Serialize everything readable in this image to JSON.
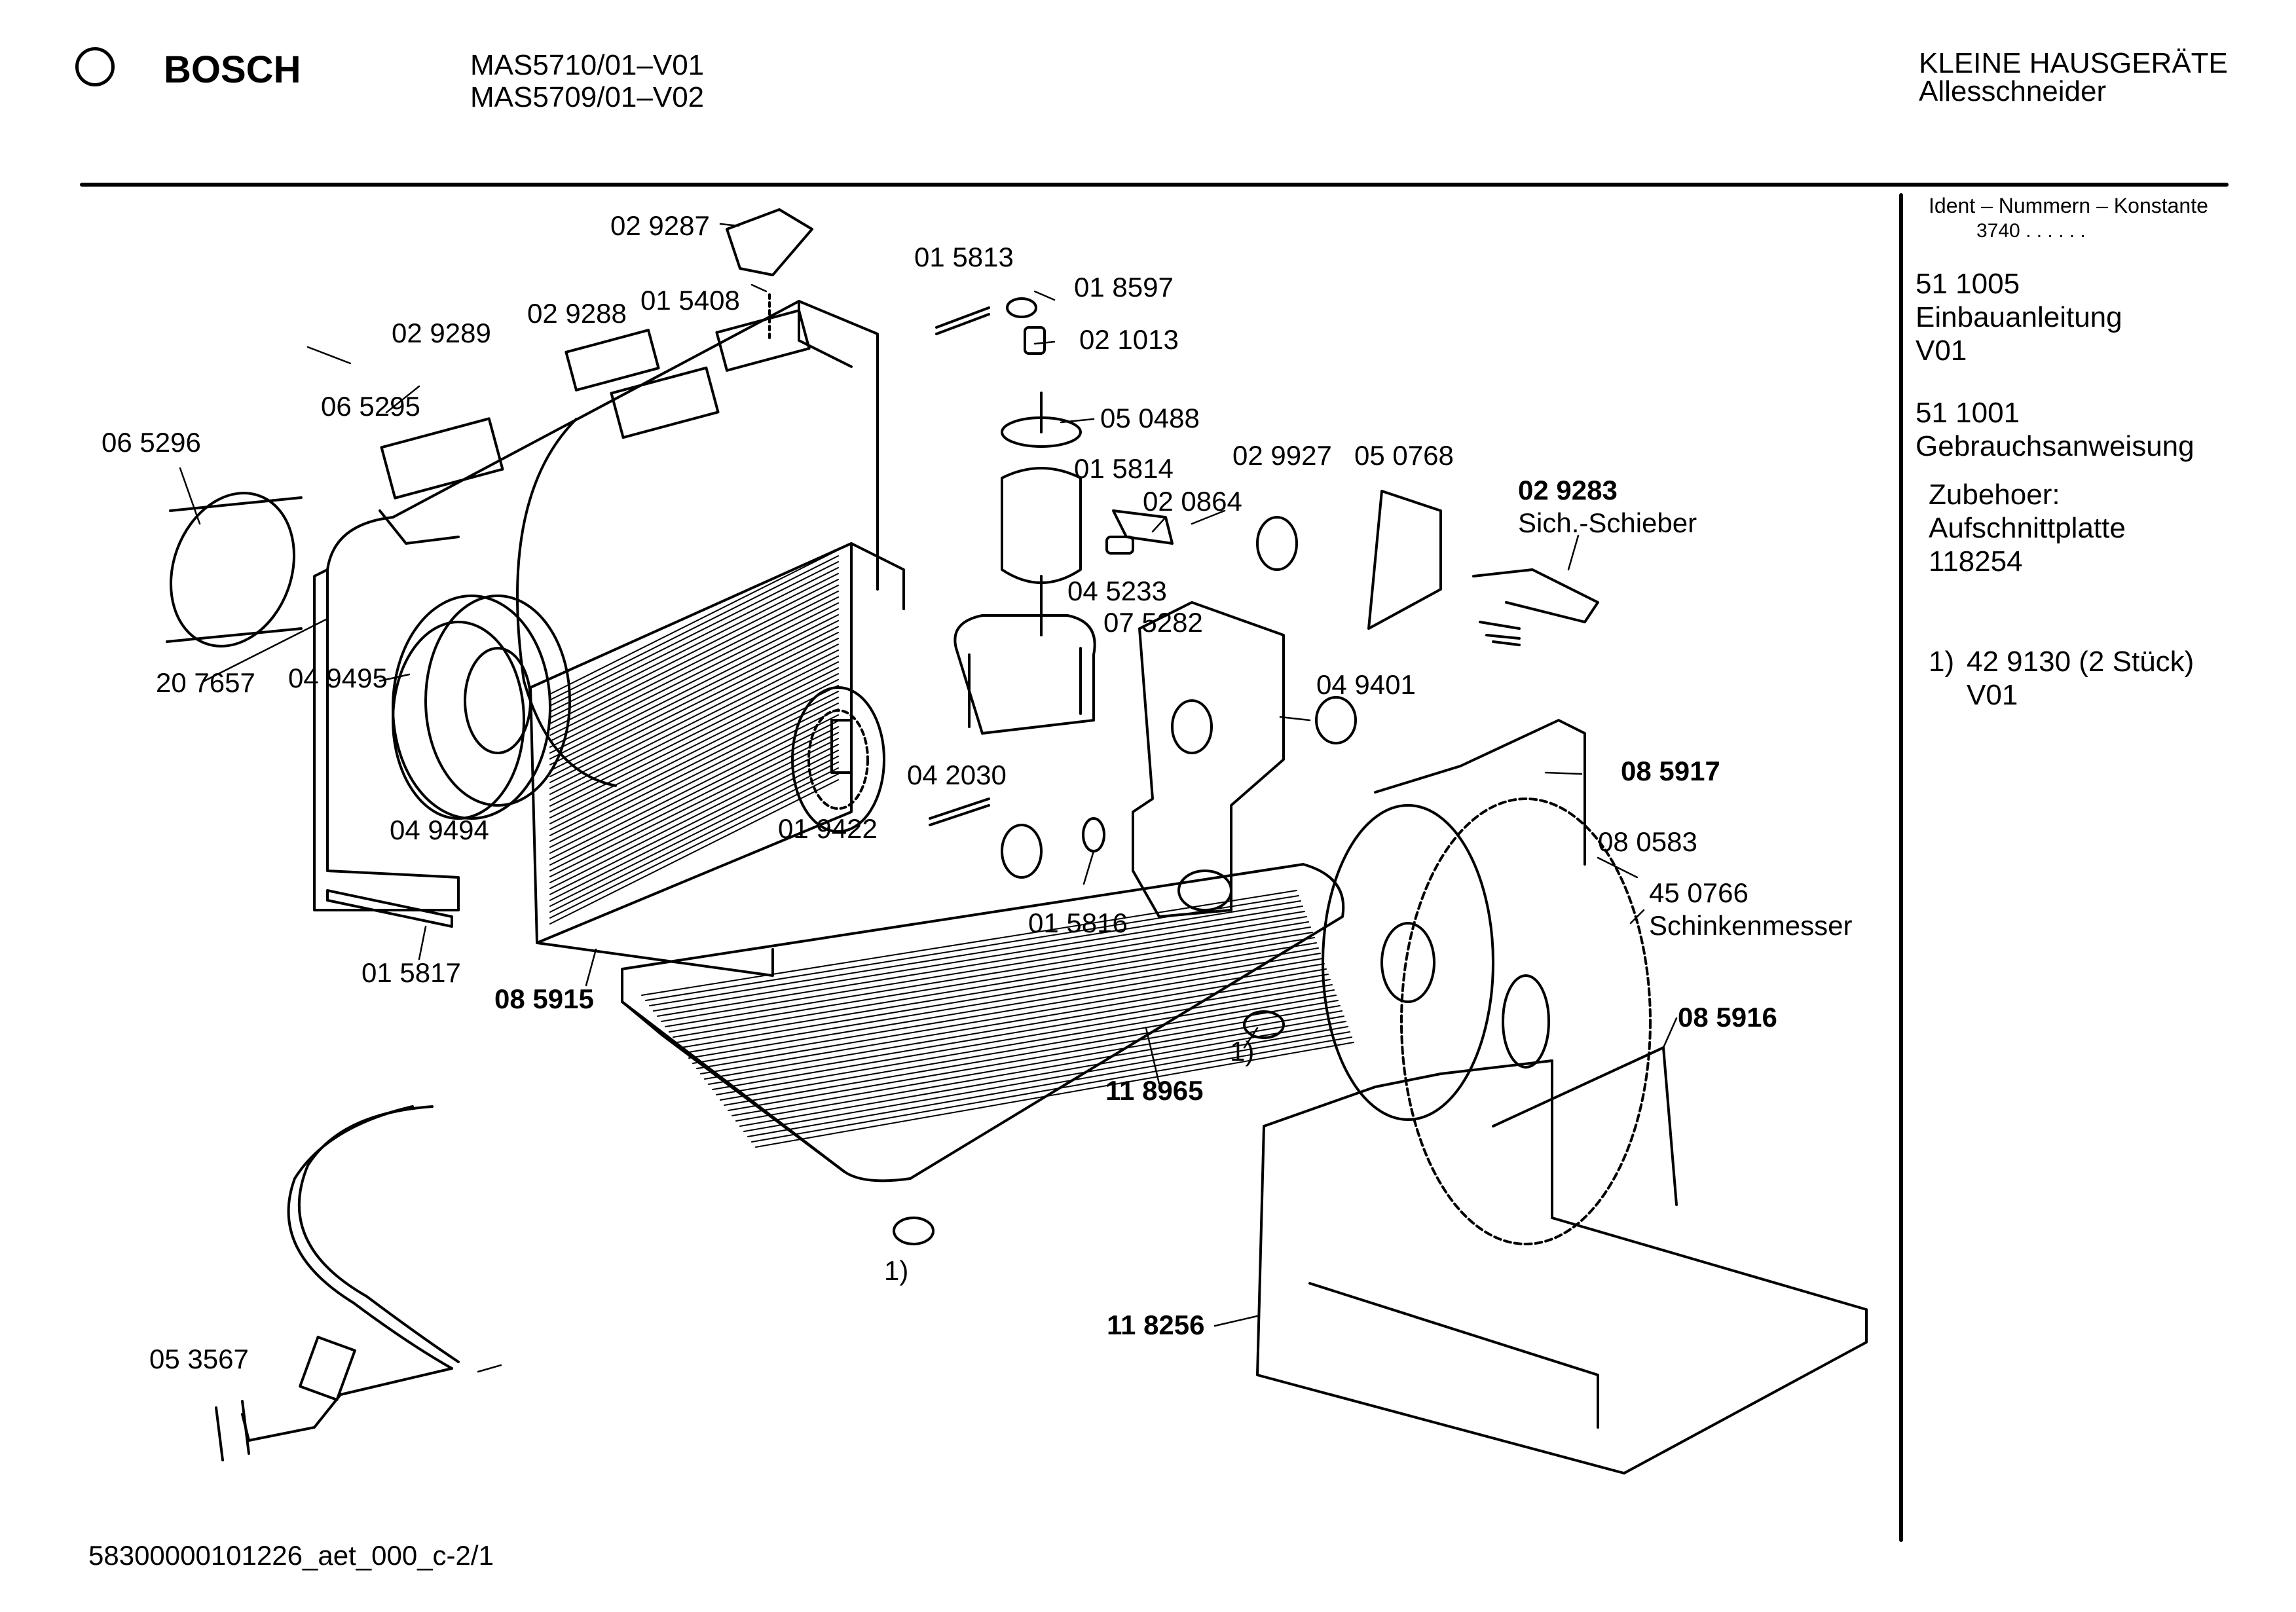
{
  "header": {
    "brand": "BOSCH",
    "model_1": "MAS5710/01–V01",
    "model_2": "MAS5709/01–V02",
    "category": "KLEINE HAUSGERÄTE",
    "subcategory": "Allesschneider"
  },
  "sidebar": {
    "ident_title": "Ident – Nummern – Konstante",
    "ident_value": "3740  .  .  .  .  .  .",
    "doc1_number": "51 1005",
    "doc1_name": "Einbauanleitung",
    "doc1_version": "V01",
    "doc2_number": "51 1001",
    "doc2_name": "Gebrauchsanweisung",
    "acc_title": "Zubehoer:",
    "acc_name": "Aufschnittplatte",
    "acc_number": "118254",
    "note_ref": "1)",
    "note_text": "42 9130 (2 Stück)",
    "note_version": "V01"
  },
  "parts": [
    {
      "id": "p029287",
      "text": "02 9287",
      "bold": false
    },
    {
      "id": "p015813",
      "text": "01 5813",
      "bold": false
    },
    {
      "id": "p018597",
      "text": "01 8597",
      "bold": false
    },
    {
      "id": "p015408",
      "text": "01 5408",
      "bold": false
    },
    {
      "id": "p029289",
      "text": "02 9289",
      "bold": false
    },
    {
      "id": "p029288",
      "text": "02 9288",
      "bold": false
    },
    {
      "id": "p021013",
      "text": "02 1013",
      "bold": false
    },
    {
      "id": "p065295",
      "text": "06 5295",
      "bold": false
    },
    {
      "id": "p065296",
      "text": "06 5296",
      "bold": false
    },
    {
      "id": "p050488",
      "text": "05 0488",
      "bold": false
    },
    {
      "id": "p015814",
      "text": "01 5814",
      "bold": false
    },
    {
      "id": "p029927",
      "text": "02 9927",
      "bold": false
    },
    {
      "id": "p050768",
      "text": "05 0768",
      "bold": false
    },
    {
      "id": "p029283",
      "text": "02 9283",
      "bold": true
    },
    {
      "id": "p_schieber",
      "text": "Sich.-Schieber",
      "bold": false
    },
    {
      "id": "p020864",
      "text": "02 0864",
      "bold": false
    },
    {
      "id": "p045233",
      "text": "04 5233",
      "bold": false
    },
    {
      "id": "p075282",
      "text": "07 5282",
      "bold": false
    },
    {
      "id": "p207657",
      "text": "20 7657",
      "bold": false
    },
    {
      "id": "p049495",
      "text": "04 9495",
      "bold": false
    },
    {
      "id": "p049401",
      "text": "04 9401",
      "bold": false
    },
    {
      "id": "p042030",
      "text": "04 2030",
      "bold": false
    },
    {
      "id": "p085917",
      "text": "08 5917",
      "bold": true
    },
    {
      "id": "p049494",
      "text": "04 9494",
      "bold": false
    },
    {
      "id": "p019422",
      "text": "01 9422",
      "bold": false
    },
    {
      "id": "p080583",
      "text": "08 0583",
      "bold": false
    },
    {
      "id": "p450766",
      "text": "45 0766",
      "bold": false
    },
    {
      "id": "p_schinken",
      "text": "Schinkenmesser",
      "bold": false
    },
    {
      "id": "p015816",
      "text": "01 5816",
      "bold": false
    },
    {
      "id": "p015817",
      "text": "01 5817",
      "bold": false
    },
    {
      "id": "p085915",
      "text": "08 5915",
      "bold": true
    },
    {
      "id": "p_note1a",
      "text": "1)",
      "bold": false
    },
    {
      "id": "p085916",
      "text": "08 5916",
      "bold": true
    },
    {
      "id": "p118965",
      "text": "11 8965",
      "bold": true
    },
    {
      "id": "p_note1b",
      "text": "1)",
      "bold": false
    },
    {
      "id": "p118256",
      "text": "11 8256",
      "bold": true
    },
    {
      "id": "p053567",
      "text": "05 3567",
      "bold": false
    }
  ],
  "footer": {
    "doc_id": "58300000101226_aet_000_c-2/1"
  }
}
